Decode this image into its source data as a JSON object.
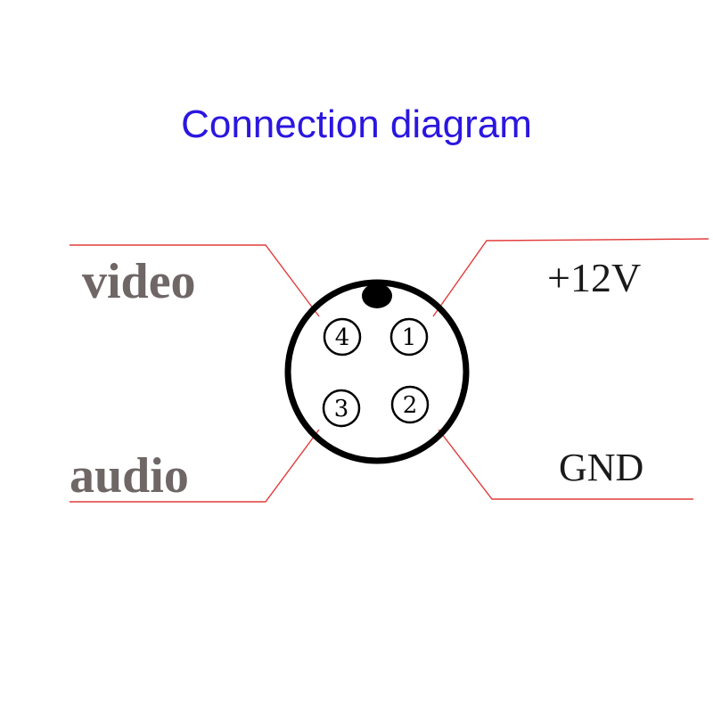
{
  "title": "Connection diagram",
  "labels": {
    "video": "video",
    "audio": "audio",
    "power": "+12V",
    "ground": "GND"
  },
  "pins": {
    "pin1": "1",
    "pin2": "2",
    "pin3": "3",
    "pin4": "4"
  },
  "colors": {
    "title": "#2b16e0",
    "signal_label": "#6f6666",
    "power_label": "#1a1a1a",
    "wire": "#e23b3b",
    "connector": "#000000"
  }
}
